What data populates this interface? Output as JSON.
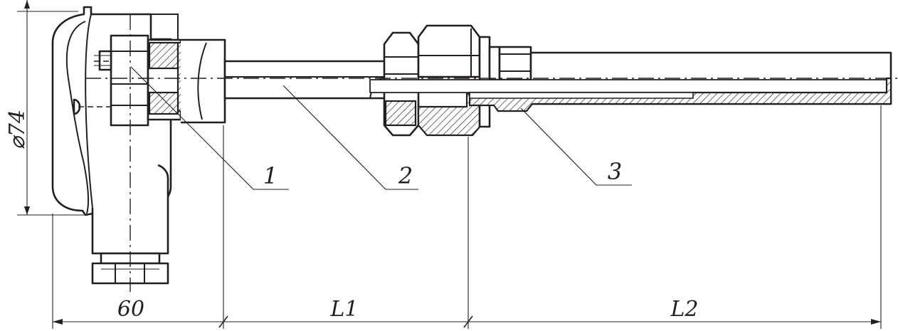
{
  "drawing": {
    "dimensions": {
      "diameter": "⌀74",
      "head_width": "60",
      "length_1": "L1",
      "length_2": "L2"
    },
    "callouts": {
      "c1": "1",
      "c2": "2",
      "c3": "3"
    }
  }
}
